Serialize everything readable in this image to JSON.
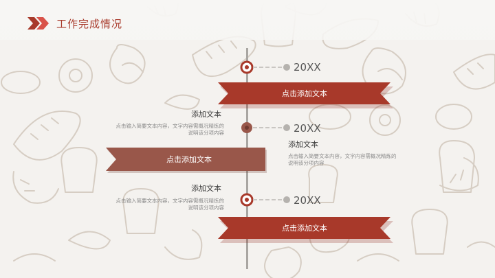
{
  "header": {
    "title": "工作完成情况",
    "logo_icon": "double-chevron-icon"
  },
  "timeline": [
    {
      "year": "20XX",
      "ribbon": "点击添加文本",
      "ribbon_color": "#a8392a"
    },
    {
      "year": "20XX",
      "ribbon": "点击添加文本",
      "ribbon_color": "#99574a",
      "left_title": "添加文本",
      "left_desc_1": "点击输入简要文本内容，文字内容需概况精炼的",
      "left_desc_2": "说明该分项内容",
      "right_title": "添加文本",
      "right_desc_1": "点击输入简要文本内容，文字内容需概况精炼的",
      "right_desc_2": "说明该分项内容"
    },
    {
      "year": "20XX",
      "ribbon": "点击添加文本",
      "ribbon_color": "#a8392a",
      "left_title": "添加文本",
      "left_desc_1": "点击输入简要文本内容，文字内容需概况精炼的",
      "left_desc_2": "说明该分项内容"
    }
  ],
  "colors": {
    "accent": "#a8392a",
    "accent_muted": "#99574a",
    "line": "#a9a6a2",
    "pattern": "#d3c9bf"
  }
}
